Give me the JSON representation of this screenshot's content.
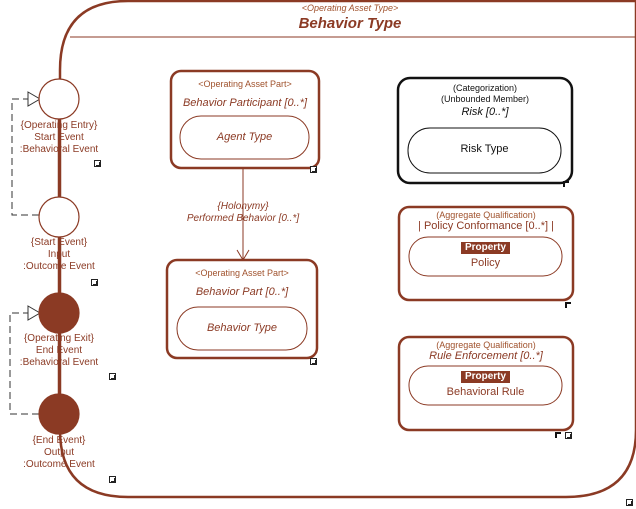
{
  "colors": {
    "border": "#8b3a24",
    "text": "#8b3a24",
    "black": "#111111"
  },
  "container": {
    "stereotype": "<Operating Asset Type>",
    "title": "Behavior Type"
  },
  "participant": {
    "stereotype": "<Operating Asset Part>",
    "role": "Behavior Participant [0..*]",
    "type": "Agent Type"
  },
  "relation": {
    "kind": "{Holonymy}",
    "label": "Performed Behavior [0..*]"
  },
  "behavior_part": {
    "stereotype": "<Operating Asset Part>",
    "role": "Behavior Part [0..*]",
    "type": "Behavior Type"
  },
  "categorization": {
    "stereotype": "(Categorization)",
    "member": "(Unbounded Member)",
    "role": "Risk [0..*]",
    "type": "Risk Type"
  },
  "policy": {
    "stereotype": "(Aggregate Qualification)",
    "role": "| Policy Conformance [0..*] |",
    "tag": "Property",
    "type": "Policy"
  },
  "rule": {
    "stereotype": "(Aggregate Qualification)",
    "role": "Rule Enforcement [0..*]",
    "tag": "Property",
    "type": "Behavioral Rule"
  },
  "ports": [
    {
      "kind": "{Operating Entry}",
      "name": "Start Event",
      "type": ":Behavioral Event"
    },
    {
      "kind": "{Start Event}",
      "name": "Input",
      "type": ":Outcome Event"
    },
    {
      "kind": "{Operating Exit}",
      "name": "End Event",
      "type": ":Behavioral Event"
    },
    {
      "kind": "{End Event}",
      "name": "Output",
      "type": ":Outcome Event"
    }
  ]
}
